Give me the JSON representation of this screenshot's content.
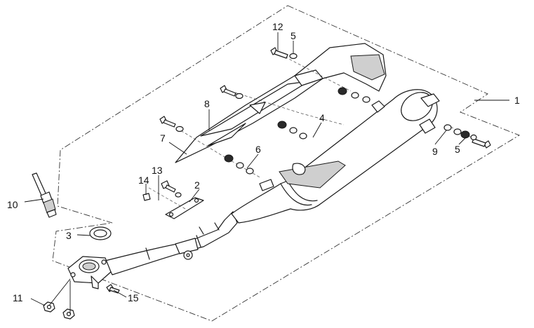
{
  "callouts": [
    {
      "id": "1",
      "label": "1"
    },
    {
      "id": "2",
      "label": "2"
    },
    {
      "id": "3",
      "label": "3"
    },
    {
      "id": "4",
      "label": "4"
    },
    {
      "id": "5a",
      "label": "5"
    },
    {
      "id": "5b",
      "label": "5"
    },
    {
      "id": "6",
      "label": "6"
    },
    {
      "id": "7",
      "label": "7"
    },
    {
      "id": "8",
      "label": "8"
    },
    {
      "id": "9",
      "label": "9"
    },
    {
      "id": "10",
      "label": "10"
    },
    {
      "id": "11",
      "label": "11"
    },
    {
      "id": "12",
      "label": "12"
    },
    {
      "id": "13",
      "label": "13"
    },
    {
      "id": "14",
      "label": "14"
    },
    {
      "id": "15",
      "label": "15"
    }
  ]
}
